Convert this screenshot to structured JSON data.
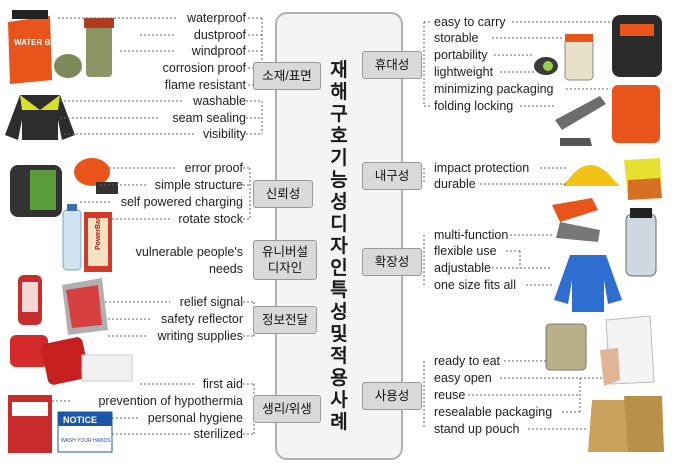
{
  "title": "재해구호기능성 디자인특성 및 적용 사례",
  "left_categories": [
    {
      "label": "소재/표면",
      "items": [
        "waterproof",
        "dustproof",
        "windproof",
        "corrosion proof",
        "flame resistant",
        "washable",
        "seam sealing",
        "visibility"
      ]
    },
    {
      "label": "신뢰성",
      "items": [
        "error proof",
        "simple structure",
        "self powered charging",
        "rotate stock"
      ]
    },
    {
      "label": "유니버설\n디자인",
      "items": [
        "vulnerable people's",
        "needs"
      ]
    },
    {
      "label": "정보전달",
      "items": [
        "relief signal",
        "safety reflector",
        "writing supplies"
      ]
    },
    {
      "label": "생리/위생",
      "items": [
        "first aid",
        "prevention of hypothermia",
        "personal hygiene",
        "sterilized"
      ]
    }
  ],
  "right_categories": [
    {
      "label": "휴대성",
      "items": [
        "easy to carry",
        "storable",
        "portability",
        "lightweight",
        "minimizing packaging",
        "folding locking"
      ]
    },
    {
      "label": "내구성",
      "items": [
        "impact protection",
        "durable"
      ]
    },
    {
      "label": "확장성",
      "items": [
        "multi-function",
        "flexible use",
        "adjustable",
        "one size fits all"
      ]
    },
    {
      "label": "사용성",
      "items": [
        "ready to eat",
        "easy open",
        "reuse",
        "resealable packaging",
        "stand up pouch"
      ]
    }
  ],
  "product_labels": {
    "dry_bag": "WATER BAG",
    "notice": "NOTICE",
    "notice_sub": "WASH YOUR HANDS",
    "bar": "PowerBar"
  },
  "colors": {
    "box_fill": "#d9d9d9",
    "panel_fill": "#f4f4f4",
    "accent_orange": "#e8541a"
  }
}
